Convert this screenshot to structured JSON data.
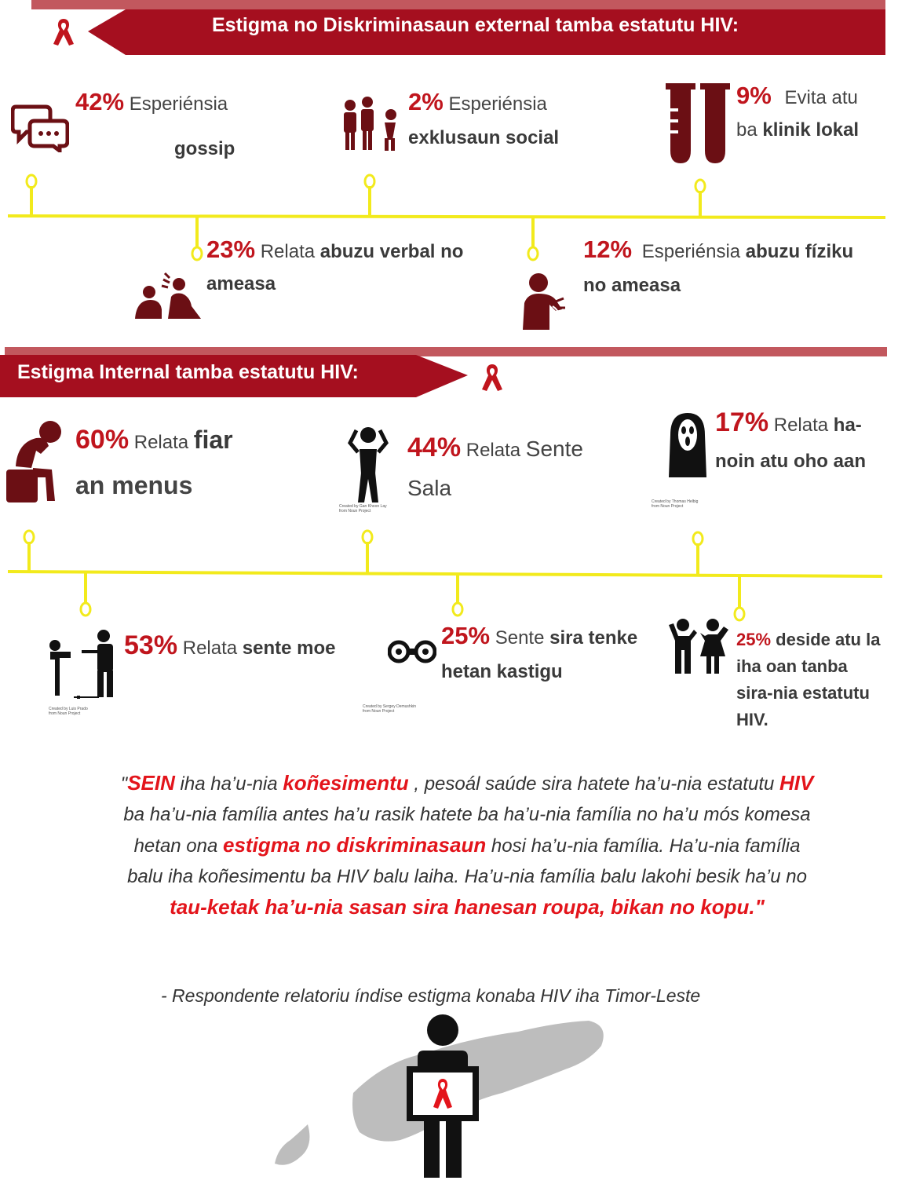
{
  "colors": {
    "accent": "#a50f1f",
    "pct": "#c0151d",
    "timeline": "#f2ea1c",
    "icon": "#6b0f14"
  },
  "external": {
    "title": "Estigma no Diskriminasaun external tamba estatutu HIV:",
    "stats": {
      "gossip": {
        "pct": "42%",
        "pre": "Esperiénsia",
        "bold": "gossip"
      },
      "social": {
        "pct": "2%",
        "pre": "Esperiénsia",
        "bold": "exklusaun social"
      },
      "clinic": {
        "pct": "9%",
        "pre": "Evita atu",
        "pre2": "ba",
        "bold": "klinik lokal"
      },
      "verbal": {
        "pct": "23%",
        "pre": "Relata",
        "bold1": "abuzu verbal no",
        "bold2": "ameasa"
      },
      "physical": {
        "pct": "12%",
        "pre": "Esperiénsia",
        "bold1": "abuzu fíziku",
        "bold2": "no ameasa"
      }
    }
  },
  "internal": {
    "title": "Estigma Internal tamba estatutu HIV:",
    "stats": {
      "fear": {
        "pct": "60%",
        "pre": "Relata",
        "bold1": "fiar",
        "bold2": "an menus"
      },
      "guilt": {
        "pct": "44%",
        "pre": "Relata",
        "bold1": "Sente",
        "line2": "Sala"
      },
      "suicide": {
        "pct": "17%",
        "pre": "Relata",
        "bold1": "ha-",
        "bold2": "noin atu oho aan"
      },
      "shame": {
        "pct": "53%",
        "pre": "Relata",
        "bold": "sente moe"
      },
      "punish": {
        "pct": "25%",
        "pre": "Sente",
        "bold1": "sira tenke",
        "bold2": "hetan kastigu"
      },
      "children": {
        "pct": "25%",
        "l1": "deside atu la",
        "l2": "iha oan tanba",
        "l3": "sira-nia estatutu",
        "l4": "HIV."
      }
    },
    "credits": {
      "guilt": [
        "Created by Gan Khoon Lay",
        "from Noun Project"
      ],
      "suicide": [
        "Created by Thomas Helbig",
        "from Noun Project"
      ],
      "shame": [
        "Created by Luis Prado",
        "from Noun Project"
      ],
      "punish": [
        "Created by Sergey Demushkin",
        "from Noun Project"
      ]
    }
  },
  "quote": {
    "q1": "\"",
    "r1": "SEIN",
    "t1": " iha ha’u-nia ",
    "r2": "koñesimentu",
    "t2": " , pesoál saúde sira hatete ha’u-nia estatutu ",
    "r3": "HIV",
    "t3": " ba ha’u-nia família antes ha’u rasik hatete ba ha’u-nia família no ha’u mós komesa hetan ona  ",
    "r4": "estigma no diskriminasaun",
    "t4": " hosi ha’u-nia família.  Ha’u-nia família balu iha koñesimentu ba HIV balu laiha. Ha’u-nia família balu lakohi besik ha’u no ",
    "r5": "tau-ketak ha’u-nia sasan sira hanesan roupa, bikan no kopu.\"",
    "attribution": "- Respondente relatoriu índise estigma konaba HIV iha Timor-Leste"
  },
  "icons": [
    "ribbon-icon",
    "speech-bubbles-icon",
    "excluded-group-icon",
    "test-tubes-icon",
    "shouting-icon",
    "hurt-person-icon",
    "head-in-hands-icon",
    "distressed-person-icon",
    "scream-icon",
    "ashamed-person-icon",
    "shackles-icon",
    "children-icon",
    "timor-map-icon"
  ]
}
